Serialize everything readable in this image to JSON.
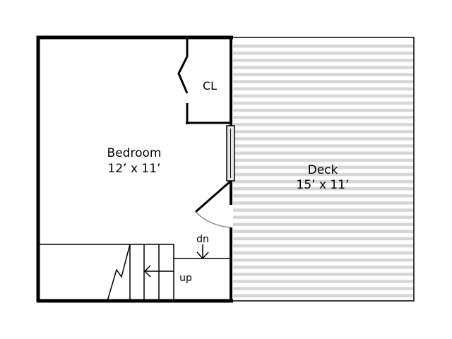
{
  "rooms": {
    "bedroom": {
      "name": "Bedroom",
      "size": "12’ x 11’"
    },
    "deck": {
      "name": "Deck",
      "size": "15’ x 11’"
    },
    "closet": {
      "name": "CL"
    }
  },
  "stairs": {
    "down_label": "dn",
    "up_label": "up"
  },
  "colors": {
    "wall": "#000000",
    "deck_board": "#d6d6d6",
    "door_swing": "#888888",
    "window_fill": "#e8e8e8"
  }
}
